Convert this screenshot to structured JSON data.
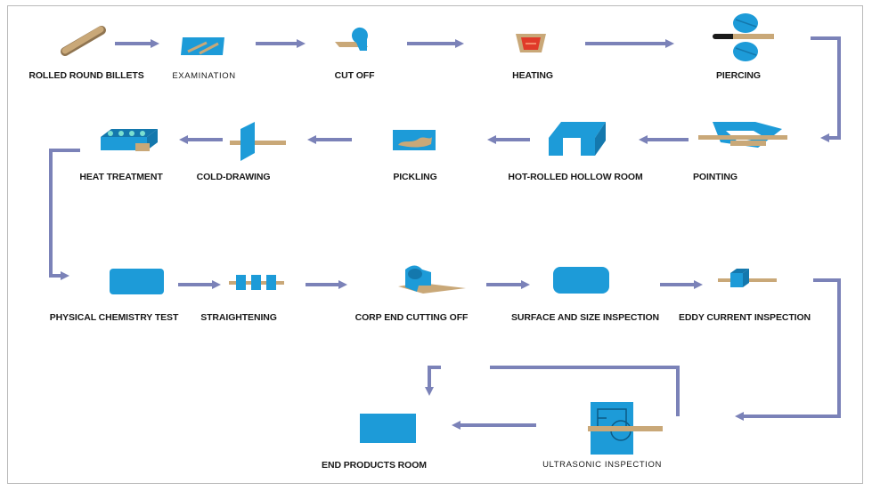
{
  "steps": [
    {
      "id": "rolled-round-billets",
      "label": "ROLLED ROUND BILLETS",
      "icon": "billet-bar-icon"
    },
    {
      "id": "examination",
      "label": "EXAMINATION",
      "icon": "examination-tray-icon"
    },
    {
      "id": "cut-off",
      "label": "CUT OFF",
      "icon": "saw-blade-icon"
    },
    {
      "id": "heating",
      "label": "HEATING",
      "icon": "furnace-icon"
    },
    {
      "id": "piercing",
      "label": "PIERCING",
      "icon": "piercing-rolls-icon"
    },
    {
      "id": "pointing",
      "label": "POINTING",
      "icon": "pointing-machine-icon"
    },
    {
      "id": "hot-rolled-hollow-room",
      "label": "HOT-ROLLED HOLLOW ROOM",
      "icon": "hollow-rolling-icon"
    },
    {
      "id": "pickling",
      "label": "PICKLING",
      "icon": "pickling-tank-icon"
    },
    {
      "id": "cold-drawing",
      "label": "COLD-DRAWING",
      "icon": "drawing-die-icon"
    },
    {
      "id": "heat-treatment",
      "label": "HEAT TREATMENT",
      "icon": "heat-treatment-furnace-icon"
    },
    {
      "id": "physical-chemistry-test",
      "label": "PHYSICAL CHEMISTRY TEST",
      "icon": "test-station-icon"
    },
    {
      "id": "straightening",
      "label": "STRAIGHTENING",
      "icon": "straightening-rolls-icon"
    },
    {
      "id": "corp-end-cutting-off",
      "label": "CORP  END  CUTTING OFF",
      "icon": "end-cutting-saw-icon"
    },
    {
      "id": "surface-and-size-inspection",
      "label": "SURFACE AND SIZE INSPECTION",
      "icon": "inspection-station-icon"
    },
    {
      "id": "eddy-current-inspection",
      "label": "EDDY  CURRENT  INSPECTION",
      "icon": "eddy-current-probe-icon"
    },
    {
      "id": "ultrasonic-inspection",
      "label": "ULTRASONIC INSPECTION",
      "icon": "ultrasonic-tester-icon"
    },
    {
      "id": "end-products-room",
      "label": "END PRODUCTS ROOM",
      "icon": "products-storage-icon"
    }
  ],
  "colors": {
    "arrow": "#7b82b8",
    "equipment": "#1d9bd8",
    "equipment_dark": "#1478ad",
    "material": "#c9a878",
    "material_dark": "#8f7450",
    "furnace_red": "#e03a2a",
    "text": "#1a1a1a"
  }
}
